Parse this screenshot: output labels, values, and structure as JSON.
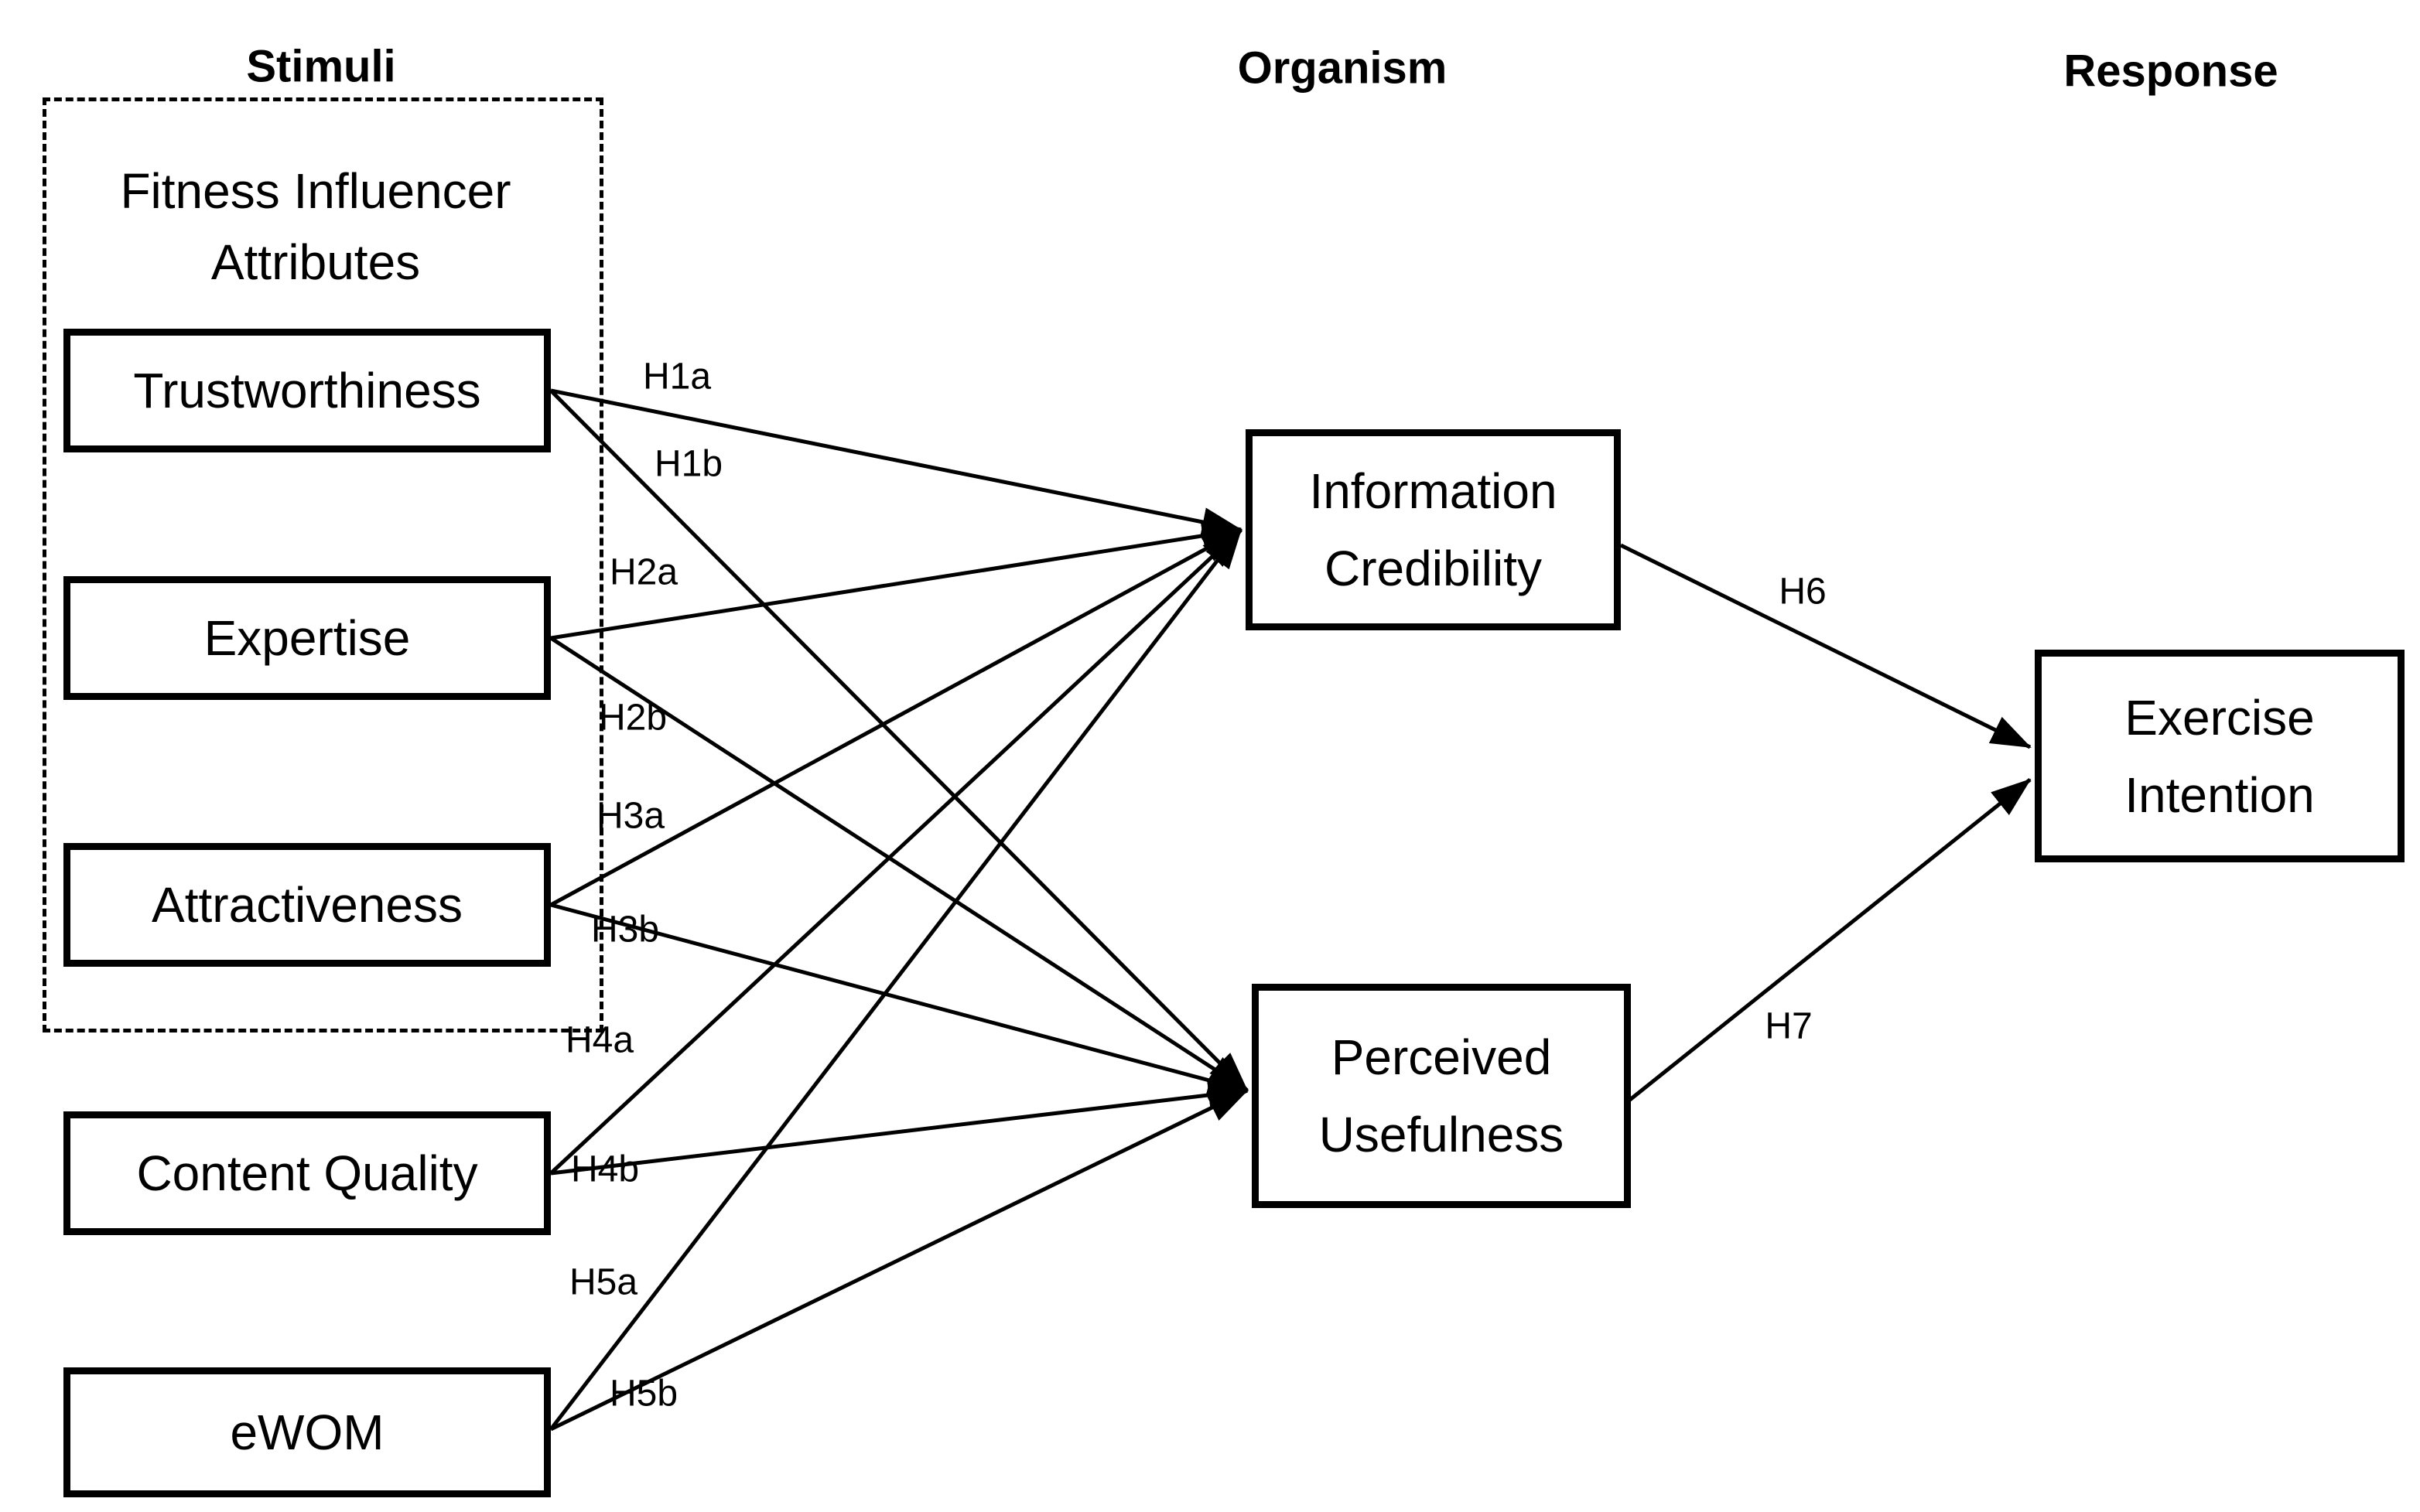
{
  "diagram": {
    "title_headers": {
      "stimuli": "Stimuli",
      "organism": "Organism",
      "response": "Response"
    },
    "stimuli_group": {
      "line1": "Fitness Influencer",
      "line2": "Attributes"
    },
    "boxes": {
      "trustworthiness": {
        "label": "Trustworthiness"
      },
      "expertise": {
        "label": "Expertise"
      },
      "attractiveness": {
        "label": "Attractiveness"
      },
      "content_quality": {
        "label": "Content Quality"
      },
      "ewom": {
        "label": "eWOM"
      },
      "information_credibility": {
        "line1": "Information",
        "line2": "Credibility"
      },
      "perceived_usefulness": {
        "line1": "Perceived",
        "line2": "Usefulness"
      },
      "exercise_intention": {
        "line1": "Exercise",
        "line2": "Intention"
      }
    },
    "edges": [
      {
        "label": "H1a",
        "from": "trustworthiness",
        "to": "information_credibility"
      },
      {
        "label": "H1b",
        "from": "trustworthiness",
        "to": "perceived_usefulness"
      },
      {
        "label": "H2a",
        "from": "expertise",
        "to": "information_credibility"
      },
      {
        "label": "H2b",
        "from": "expertise",
        "to": "perceived_usefulness"
      },
      {
        "label": "H3a",
        "from": "attractiveness",
        "to": "information_credibility"
      },
      {
        "label": "H3b",
        "from": "attractiveness",
        "to": "perceived_usefulness"
      },
      {
        "label": "H4a",
        "from": "content_quality",
        "to": "information_credibility"
      },
      {
        "label": "H4b",
        "from": "content_quality",
        "to": "perceived_usefulness"
      },
      {
        "label": "H5a",
        "from": "ewom",
        "to": "information_credibility"
      },
      {
        "label": "H5b",
        "from": "ewom",
        "to": "perceived_usefulness"
      },
      {
        "label": "H6",
        "from": "information_credibility",
        "to": "exercise_intention"
      },
      {
        "label": "H7",
        "from": "perceived_usefulness",
        "to": "exercise_intention"
      }
    ],
    "colors": {
      "ink": "#000000",
      "background": "#ffffff"
    }
  }
}
